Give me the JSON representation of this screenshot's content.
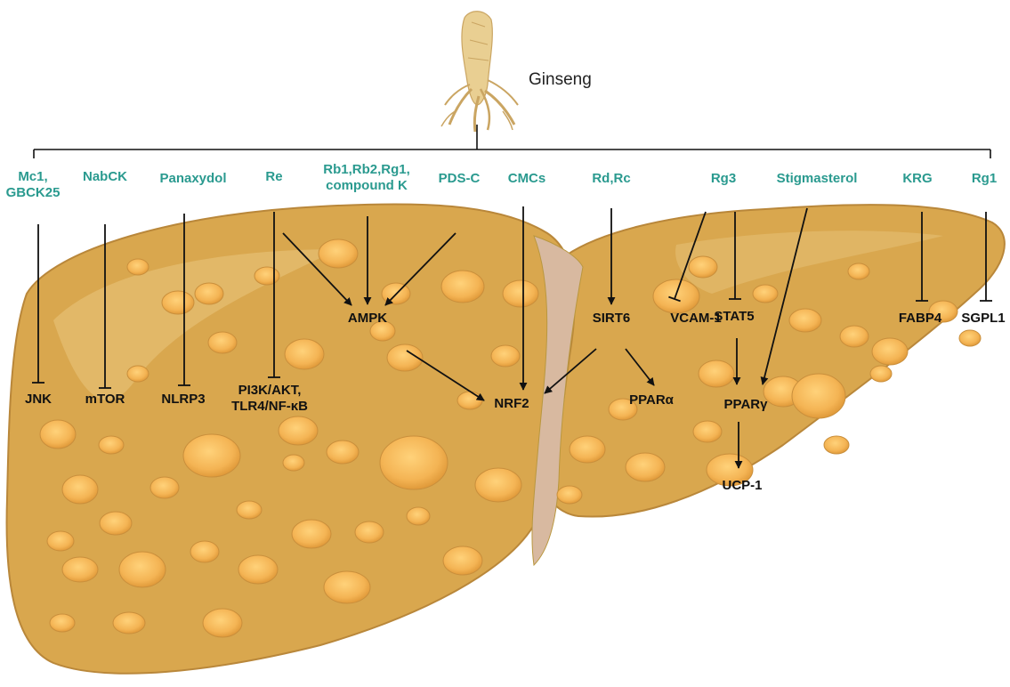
{
  "title": "Ginseng",
  "compounds": [
    {
      "id": "mc1",
      "lines": [
        "Mc1,",
        "GBCK25"
      ]
    },
    {
      "id": "nabck",
      "lines": [
        "NabCK"
      ]
    },
    {
      "id": "panaxydol",
      "lines": [
        "Panaxydol"
      ]
    },
    {
      "id": "re",
      "lines": [
        "Re"
      ]
    },
    {
      "id": "rb1",
      "lines": [
        "Rb1,Rb2,Rg1,",
        "compound K"
      ]
    },
    {
      "id": "pdsc",
      "lines": [
        "PDS-C"
      ]
    },
    {
      "id": "cmcs",
      "lines": [
        "CMCs"
      ]
    },
    {
      "id": "rdrc",
      "lines": [
        "Rd,Rc"
      ]
    },
    {
      "id": "rg3",
      "lines": [
        "Rg3"
      ]
    },
    {
      "id": "stigmasterol",
      "lines": [
        "Stigmasterol"
      ]
    },
    {
      "id": "krg",
      "lines": [
        "KRG"
      ]
    },
    {
      "id": "rg1",
      "lines": [
        "Rg1"
      ]
    }
  ],
  "targets": [
    {
      "id": "jnk",
      "lines": [
        "JNK"
      ]
    },
    {
      "id": "mtor",
      "lines": [
        "mTOR"
      ]
    },
    {
      "id": "nlrp3",
      "lines": [
        "NLRP3"
      ]
    },
    {
      "id": "pi3k",
      "lines": [
        "PI3K/AKT,",
        "TLR4/NF-κB"
      ]
    },
    {
      "id": "ampk",
      "lines": [
        "AMPK"
      ]
    },
    {
      "id": "nrf2",
      "lines": [
        "NRF2"
      ]
    },
    {
      "id": "sirt6",
      "lines": [
        "SIRT6"
      ]
    },
    {
      "id": "ppara",
      "lines": [
        "PPARα"
      ]
    },
    {
      "id": "vcam1",
      "lines": [
        "VCAM-1"
      ]
    },
    {
      "id": "stat5",
      "lines": [
        "STAT5"
      ]
    },
    {
      "id": "pparg",
      "lines": [
        "PPARγ"
      ]
    },
    {
      "id": "ucp1",
      "lines": [
        "UCP-1"
      ]
    },
    {
      "id": "fabp4",
      "lines": [
        "FABP4"
      ]
    },
    {
      "id": "sgpl1",
      "lines": [
        "SGPL1"
      ]
    }
  ],
  "edges": [
    {
      "from": "mc1",
      "to": "jnk",
      "kind": "inhibit"
    },
    {
      "from": "nabck",
      "to": "mtor",
      "kind": "inhibit"
    },
    {
      "from": "panaxydol",
      "to": "nlrp3",
      "kind": "inhibit"
    },
    {
      "from": "re",
      "to": "pi3k",
      "kind": "inhibit"
    },
    {
      "from": "re",
      "to": "ampk",
      "kind": "activate"
    },
    {
      "from": "rb1",
      "to": "ampk",
      "kind": "activate"
    },
    {
      "from": "pdsc",
      "to": "ampk",
      "kind": "activate"
    },
    {
      "from": "ampk",
      "to": "nrf2",
      "kind": "activate"
    },
    {
      "from": "cmcs",
      "to": "nrf2",
      "kind": "activate"
    },
    {
      "from": "rdrc",
      "to": "sirt6",
      "kind": "activate"
    },
    {
      "from": "sirt6",
      "to": "nrf2",
      "kind": "activate"
    },
    {
      "from": "sirt6",
      "to": "ppara",
      "kind": "activate"
    },
    {
      "from": "rg3",
      "to": "vcam1",
      "kind": "inhibit"
    },
    {
      "from": "rg3",
      "to": "stat5",
      "kind": "inhibit"
    },
    {
      "from": "stat5",
      "to": "pparg",
      "kind": "activate"
    },
    {
      "from": "stigmasterol",
      "to": "pparg",
      "kind": "activate"
    },
    {
      "from": "pparg",
      "to": "ucp1",
      "kind": "activate"
    },
    {
      "from": "krg",
      "to": "fabp4",
      "kind": "inhibit"
    },
    {
      "from": "rg1",
      "to": "sgpl1",
      "kind": "inhibit"
    }
  ],
  "colors": {
    "compound_text": "#2a9a8f",
    "target_text": "#111111",
    "liver_fill": "#d9a74e",
    "liver_highlight": "#e8c37a",
    "liver_outline": "#b9873a",
    "ligament": "#d8b9a0",
    "droplet": "#f4b960",
    "ginseng_root": "#e9cf92"
  },
  "icons": [
    "ginseng-root-icon",
    "liver-icon",
    "fat-droplet-icon",
    "arrow-icon",
    "inhibit-bar-icon"
  ]
}
